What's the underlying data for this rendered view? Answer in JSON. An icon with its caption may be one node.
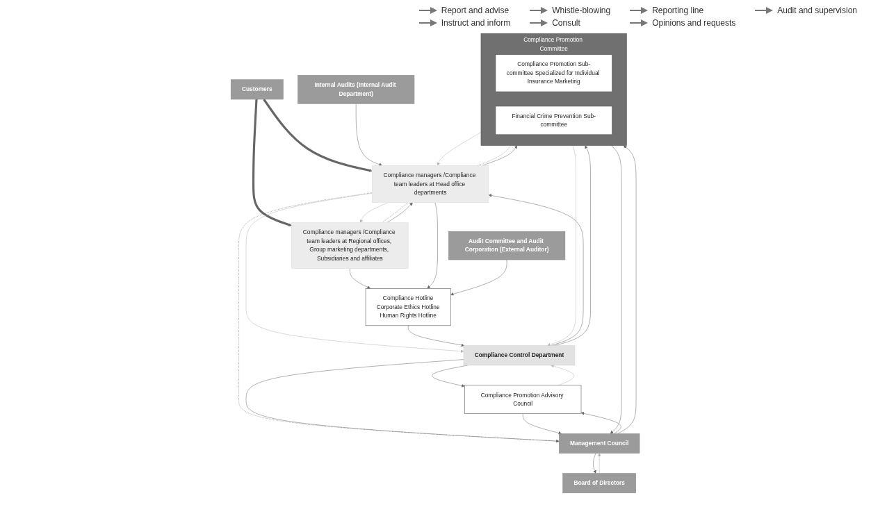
{
  "diagram": {
    "nodes": [
      {
        "text": [
          "Customers"
        ]
      },
      {
        "text": [
          "Compliance managers /Compliance team leaders at Regional offices, Group marketing departments, Subsidiaries and affiliates"
        ]
      },
      {
        "text": [
          "Compliance managers /Compliance team leaders at Head office departments"
        ]
      },
      {
        "text": [
          "Compliance Hotline",
          "Corporate Ethics Hotline",
          "Human Rights Hotline"
        ]
      },
      {
        "text": [
          "Internal Audits (Internal Audit Department)"
        ]
      },
      {
        "text": [
          "Management Council"
        ]
      },
      {
        "text": [
          "Board of Directors"
        ]
      },
      {
        "text": [
          "Compliance Promotion Committee"
        ]
      },
      {
        "text": [
          "Compliance Promotion Sub-committee Specialized for Individual Insurance Marketing"
        ],
        "in": 7
      },
      {
        "text": [
          "Financial Crime Prevention Sub-committee"
        ],
        "in": 7
      },
      {
        "text": [
          "Compliance Control Department"
        ]
      },
      {
        "text": [
          "Audit Committee and Audit Corporation (External Auditor)"
        ]
      },
      {
        "text": [
          "Compliance Promotion Advisory Council"
        ]
      }
    ],
    "edges": [
      {
        "from": 0,
        "to": 1,
        "arrow": "to",
        "style": "thick"
      },
      {
        "from": 0,
        "to": 2,
        "arrow": "to",
        "style": "thick"
      },
      {
        "from": 1,
        "to": 3,
        "arrow": "to"
      },
      {
        "from": 2,
        "to": 3,
        "arrow": "to"
      },
      {
        "from": 1,
        "to": 2,
        "arrow": "none",
        "style": "dashed"
      },
      {
        "from": 2,
        "to": 5,
        "arrow": "none",
        "style": "dashed"
      },
      {
        "from": 2,
        "to": 7,
        "arrow": "none",
        "style": "dashed"
      },
      {
        "from": 2,
        "to": 1,
        "arrow": "to",
        "color": "#b5b5b5"
      },
      {
        "from": 1,
        "to": 2,
        "arrow": "to"
      },
      {
        "from": 7,
        "to": 2,
        "arrow": "to",
        "color": "#b5b5b5"
      },
      {
        "from": 2,
        "to": 7,
        "arrow": "to"
      },
      {
        "from": 2,
        "to": 10,
        "arrow": "to",
        "color": "#b5b5b5"
      },
      {
        "from": 10,
        "to": 2,
        "arrow": "to"
      },
      {
        "from": 3,
        "to": 10,
        "arrow": "to"
      },
      {
        "from": 7,
        "to": 10,
        "arrow": "to",
        "color": "#b5b5b5"
      },
      {
        "from": 10,
        "to": 7,
        "arrow": "to"
      },
      {
        "from": 12,
        "to": 10,
        "arrow": "to",
        "color": "#b5b5b5"
      },
      {
        "from": 10,
        "to": 12,
        "arrow": "to"
      },
      {
        "from": 5,
        "to": 7,
        "arrow": "to"
      },
      {
        "from": 7,
        "to": 5,
        "arrow": "to"
      },
      {
        "from": 10,
        "to": 5,
        "arrow": "to"
      },
      {
        "from": 12,
        "to": 5,
        "arrow": "to"
      },
      {
        "from": 5,
        "to": 12,
        "arrow": "to"
      },
      {
        "from": 6,
        "to": 5,
        "arrow": "to",
        "color": "#b5b5b5"
      },
      {
        "from": 5,
        "to": 6,
        "arrow": "to"
      },
      {
        "from": 4,
        "to": 2,
        "arrow": "to"
      },
      {
        "from": 11,
        "to": 3,
        "arrow": "to"
      }
    ],
    "legend": [
      {
        "text": "Report and advise"
      },
      {
        "text": "Whistle-blowing"
      },
      {
        "text": "Reporting line"
      },
      {
        "text": "Audit and supervision"
      },
      {
        "text": "Instruct and inform"
      },
      {
        "text": "Consult"
      },
      {
        "text": "Opinions and requests"
      }
    ]
  }
}
